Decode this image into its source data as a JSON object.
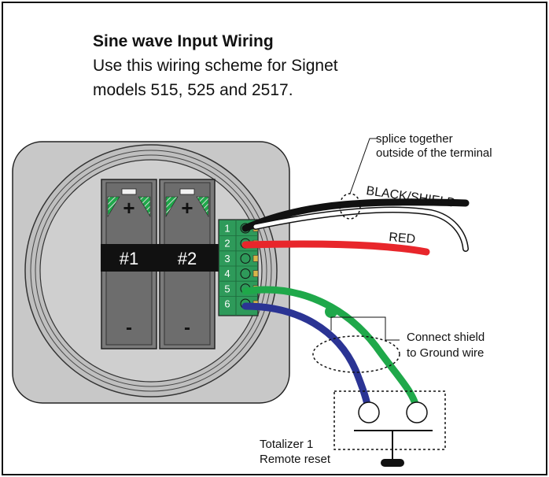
{
  "heading": {
    "title": "Sine wave Input Wiring",
    "line1": "Use this wiring scheme for Signet",
    "line2": "models 515, 525 and 2517."
  },
  "annotations": {
    "splice_line1": "splice together",
    "splice_line2": "outside of the terminal",
    "shield_line1": "Connect shield",
    "shield_line2": "to Ground wire"
  },
  "wires": {
    "black_shield": "BLACK/SHIELD",
    "red": "RED"
  },
  "batteries": {
    "one": "#1",
    "two": "#2",
    "plus": "+",
    "minus": "-"
  },
  "terminals": [
    "1",
    "2",
    "3",
    "4",
    "5",
    "6"
  ],
  "totalizer": {
    "line1": "Totalizer 1",
    "line2": "Remote reset"
  },
  "colors": {
    "wire_black": "#111111",
    "wire_red": "#e8262b",
    "wire_green": "#1fa84a",
    "wire_blue": "#2b3494",
    "terminal_block": "#2e9a5a",
    "housing": "#c8c8c8"
  }
}
